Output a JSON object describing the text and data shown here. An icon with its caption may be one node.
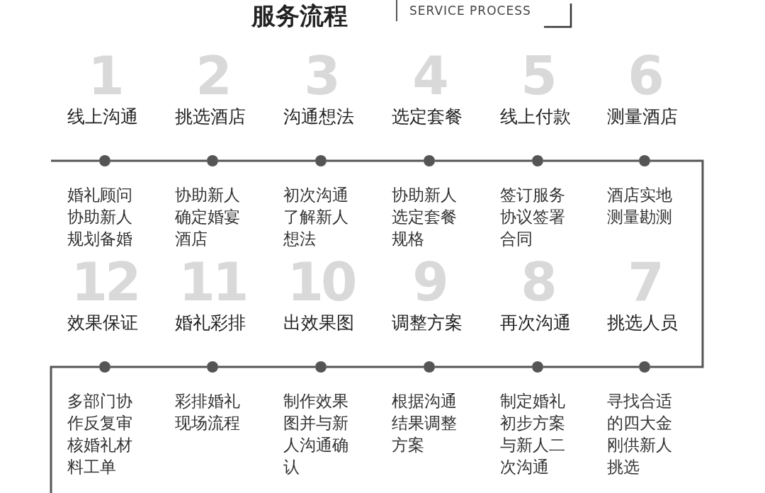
{
  "diagram": {
    "title": "服务流程",
    "labels": [
      "SERVICE PROCESS"
    ],
    "nodes": [
      {
        "text": [],
        "shape": "circle",
        "beside": [
          "1",
          "线上沟通",
          "婚礼顾问协助新人规划备婚"
        ]
      },
      {
        "text": [],
        "shape": "circle",
        "beside": [
          "2",
          "挑选酒店",
          "协助新人确定婚宴酒店"
        ]
      },
      {
        "text": [],
        "shape": "circle",
        "beside": [
          "3",
          "沟通想法",
          "初次沟通了解新人想法"
        ]
      },
      {
        "text": [],
        "shape": "circle",
        "beside": [
          "4",
          "选定套餐",
          "协助新人选定套餐规格"
        ]
      },
      {
        "text": [],
        "shape": "circle",
        "beside": [
          "5",
          "线上付款",
          "签订服务协议签署合同"
        ]
      },
      {
        "text": [],
        "shape": "circle",
        "beside": [
          "6",
          "测量酒店",
          "酒店实地测量勘测"
        ]
      },
      {
        "text": [],
        "shape": "circle",
        "beside": [
          "12",
          "效果保证",
          "多部门协作反复审核婚礼材料工单"
        ]
      },
      {
        "text": [],
        "shape": "circle",
        "beside": [
          "11",
          "婚礼彩排",
          "彩排婚礼现场流程"
        ]
      },
      {
        "text": [],
        "shape": "circle",
        "beside": [
          "10",
          "出效果图",
          "制作效果图并与新人沟通确认"
        ]
      },
      {
        "text": [],
        "shape": "circle",
        "beside": [
          "9",
          "调整方案",
          "根据沟通结果调整方案"
        ]
      },
      {
        "text": [],
        "shape": "circle",
        "beside": [
          "8",
          "再次沟通",
          "制定婚礼初步方案与新人二次沟通"
        ]
      },
      {
        "text": [],
        "shape": "circle",
        "beside": [
          "7",
          "挑选人员",
          "寻找合适的四大金刚供新人挑选"
        ]
      }
    ],
    "edges": [
      {
        "from": null,
        "to": 0,
        "arrow": "none"
      },
      {
        "from": 0,
        "to": 1,
        "arrow": "none"
      },
      {
        "from": 1,
        "to": 2,
        "arrow": "none"
      },
      {
        "from": 2,
        "to": 3,
        "arrow": "none"
      },
      {
        "from": 3,
        "to": 4,
        "arrow": "none"
      },
      {
        "from": 4,
        "to": 5,
        "arrow": "none"
      },
      {
        "from": 5,
        "to": 11,
        "arrow": "none"
      },
      {
        "from": 11,
        "to": 10,
        "arrow": "none"
      },
      {
        "from": 10,
        "to": 9,
        "arrow": "none"
      },
      {
        "from": 9,
        "to": 8,
        "arrow": "none"
      },
      {
        "from": 8,
        "to": 7,
        "arrow": "none"
      },
      {
        "from": 7,
        "to": 6,
        "arrow": "none"
      },
      {
        "from": 6,
        "to": null,
        "arrow": "none"
      }
    ]
  }
}
